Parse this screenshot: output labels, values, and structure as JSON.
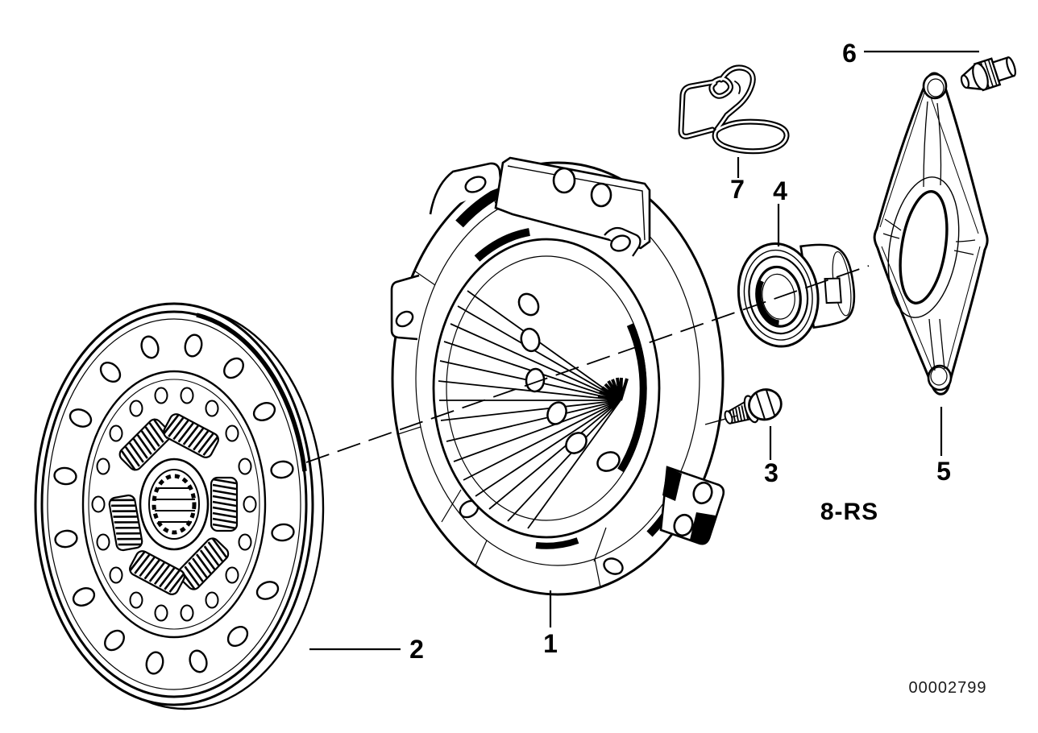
{
  "figure": {
    "background": "#ffffff",
    "line_color": "#000000"
  },
  "callouts": {
    "c1": "1",
    "c2": "2",
    "c3": "3",
    "c4": "4",
    "c5": "5",
    "c6": "6",
    "c7": "7"
  },
  "variant_label": "8-RS",
  "drawing_number": "00002799"
}
